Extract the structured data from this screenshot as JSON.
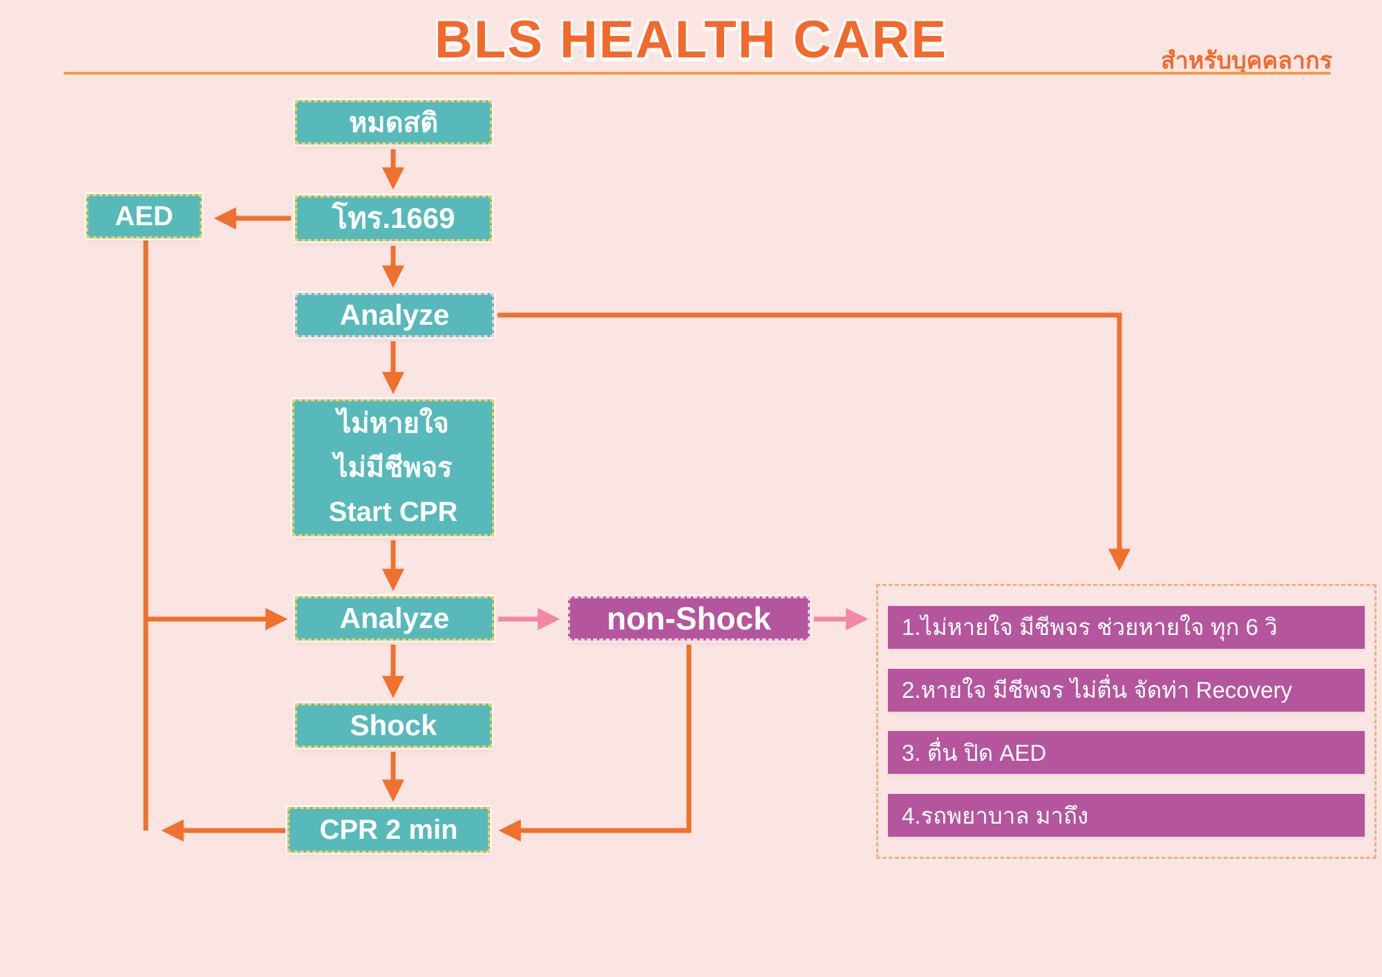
{
  "page": {
    "title": "BLS HEALTH CARE",
    "subtitle": "สำหรับบุคคลากร"
  },
  "flow": {
    "unconscious": "หมดสติ",
    "call": "โทร.1669",
    "aed": "AED",
    "analyze1": "Analyze",
    "cpr_start_lines": [
      "ไม่หายใจ",
      "ไม่มีชีพจร",
      "Start CPR"
    ],
    "analyze2": "Analyze",
    "non_shock": "non-Shock",
    "shock": "Shock",
    "cpr2min": "CPR 2 min"
  },
  "non_shock_steps": [
    "1.ไม่หายใจ มีชีพจร ช่วยหายใจ ทุก 6 วิ",
    "2.หายใจ มีชีพจร ไม่ตื่น จัดท่า Recovery",
    "3. ตื่น ปิด AED",
    "4.รถพยาบาล มาถึง"
  ],
  "colors": {
    "background": "#fbe5e2",
    "teal": "#57b9ba",
    "purple": "#b4559e",
    "orange": "#f0702d",
    "pink_arrow": "#f287a6",
    "dashed_yellow": "#efd057",
    "title_orange": "#f2692b"
  }
}
